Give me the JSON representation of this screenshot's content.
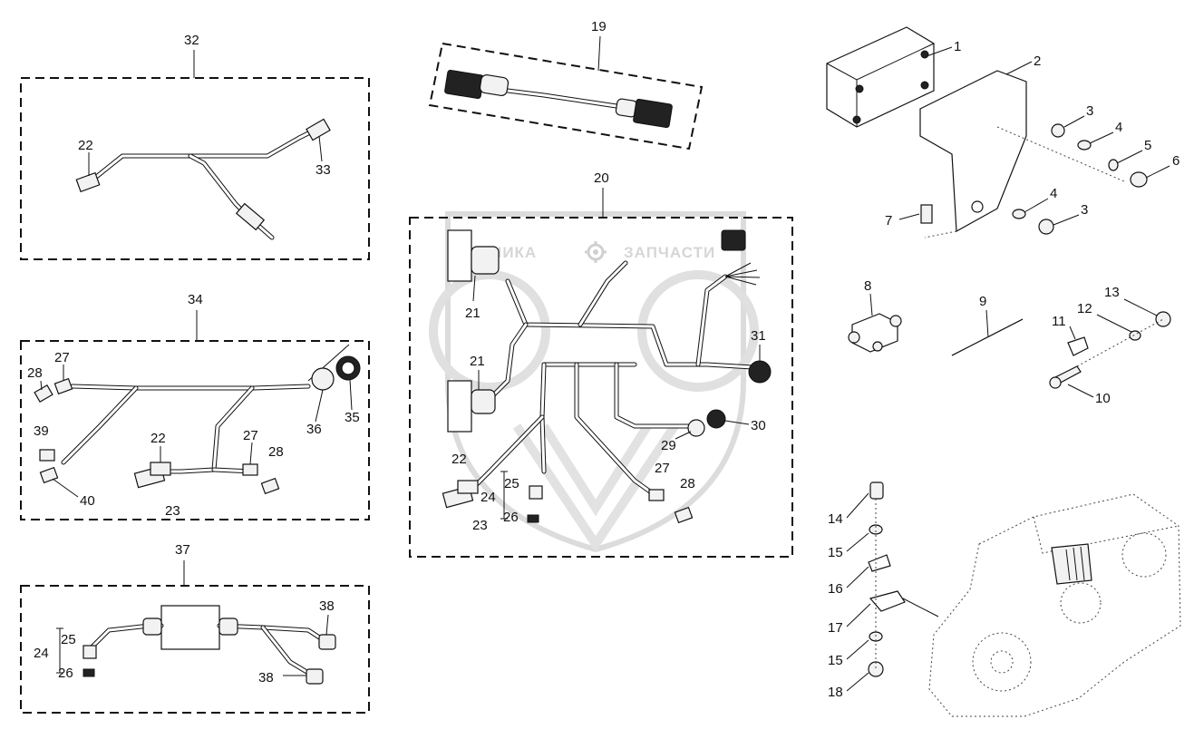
{
  "watermark": {
    "left_text": "ТЕХНИКА",
    "right_text": "ЗАПЧАСТИ",
    "gear_icon": "gear-icon"
  },
  "groups": {
    "g32": "32",
    "g19": "19",
    "g20": "20",
    "g34": "34",
    "g37": "37"
  },
  "labels": {
    "l1": "1",
    "l2": "2",
    "l3a": "3",
    "l3b": "3",
    "l4a": "4",
    "l4b": "4",
    "l5": "5",
    "l6": "6",
    "l7": "7",
    "l8": "8",
    "l9": "9",
    "l10": "10",
    "l11": "11",
    "l12": "12",
    "l13": "13",
    "l14": "14",
    "l15a": "15",
    "l15b": "15",
    "l16": "16",
    "l17": "17",
    "l18": "18",
    "b32_22": "22",
    "b32_33": "33",
    "b34_27a": "27",
    "b34_28a": "28",
    "b34_39": "39",
    "b34_40": "40",
    "b34_22": "22",
    "b34_23": "23",
    "b34_27b": "27",
    "b34_28b": "28",
    "b34_36": "36",
    "b34_35": "35",
    "b37_38a": "38",
    "b37_38b": "38",
    "b37_24": "24",
    "b37_25": "25",
    "b37_26": "26",
    "b20_21a": "21",
    "b20_21b": "21",
    "b20_31": "31",
    "b20_30": "30",
    "b20_29": "29",
    "b20_22": "22",
    "b20_23": "23",
    "b20_24": "24",
    "b20_25": "25",
    "b20_26": "26",
    "b20_27": "27",
    "b20_28": "28"
  },
  "colors": {
    "ink": "#111111",
    "watermark": "#d6d6d6",
    "paper": "#ffffff"
  }
}
